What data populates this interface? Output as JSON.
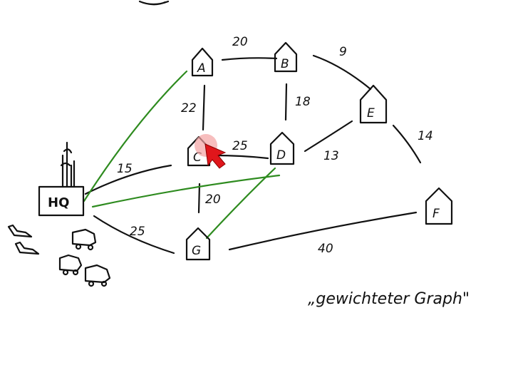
{
  "colors": {
    "ink": "#111111",
    "green": "#2e8b1f",
    "cursor": "#e0161b",
    "cursor_halo": "#f3a3a3"
  },
  "nodes": {
    "hq": "HQ",
    "a": "A",
    "b": "B",
    "c": "C",
    "d": "D",
    "e": "E",
    "f": "F",
    "g": "G"
  },
  "edges": {
    "a_b": "20",
    "b_e": "9",
    "a_c": "22",
    "b_d": "18",
    "c_d": "25",
    "d_e": "13",
    "e_f": "14",
    "hq_c": "15",
    "c_g": "20",
    "hq_g": "25",
    "g_f": "40"
  },
  "caption": "„gewichteter Graph\"",
  "icons": {
    "factory": "factory-icon",
    "plane": "plane-icon",
    "truck": "truck-icon",
    "house": "house-icon",
    "pointer": "red-arrow-cursor-icon"
  }
}
